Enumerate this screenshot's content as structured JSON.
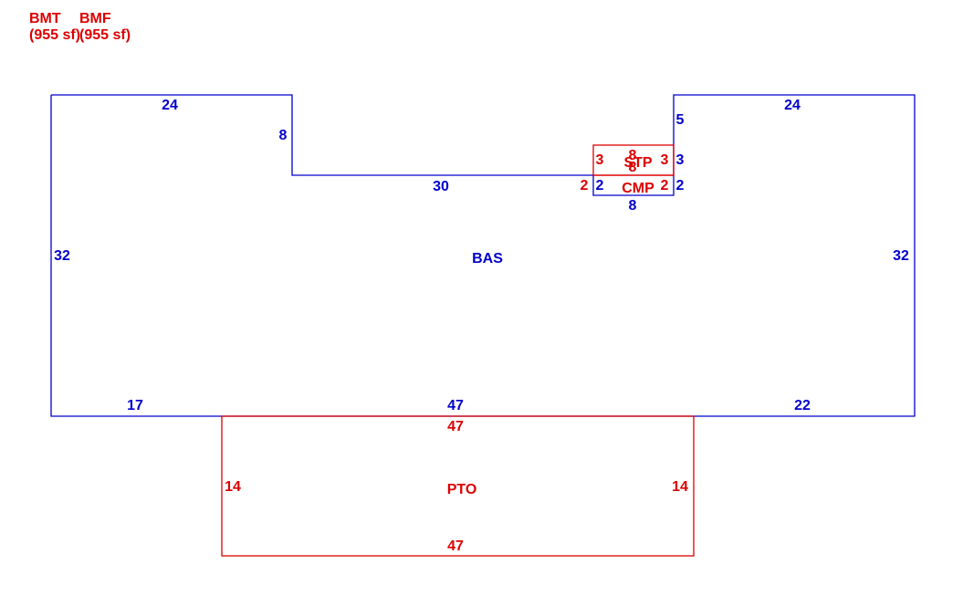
{
  "colors": {
    "blue": "#0000cc",
    "red": "#dd0000"
  },
  "area_labels": [
    {
      "code": "BMT",
      "area": "(955 sf)"
    },
    {
      "code": "BMF",
      "area": "(955 sf)"
    }
  ],
  "sections": {
    "bas": {
      "label": "BAS",
      "color": "blue",
      "dims": {
        "top_left": "24",
        "notch_left": "8",
        "notch_bottom": "30",
        "top_right": "24",
        "notch_right": "5",
        "left": "32",
        "right": "32",
        "bottom_left": "17",
        "bottom_mid": "47",
        "bottom_right": "22",
        "cmp_left": "2",
        "cmp_right": "2",
        "cmp_bottom": "8",
        "stp_right": "3"
      }
    },
    "stp": {
      "label": "STP",
      "color": "red",
      "dims": {
        "top": "8",
        "left": "3",
        "right": "3"
      }
    },
    "cmp": {
      "label": "CMP",
      "color": "red",
      "dims": {
        "top": "8",
        "left": "2",
        "right": "2"
      }
    },
    "pto": {
      "label": "PTO",
      "color": "red",
      "dims": {
        "top": "47",
        "left": "14",
        "right": "14",
        "bottom": "47"
      }
    }
  }
}
